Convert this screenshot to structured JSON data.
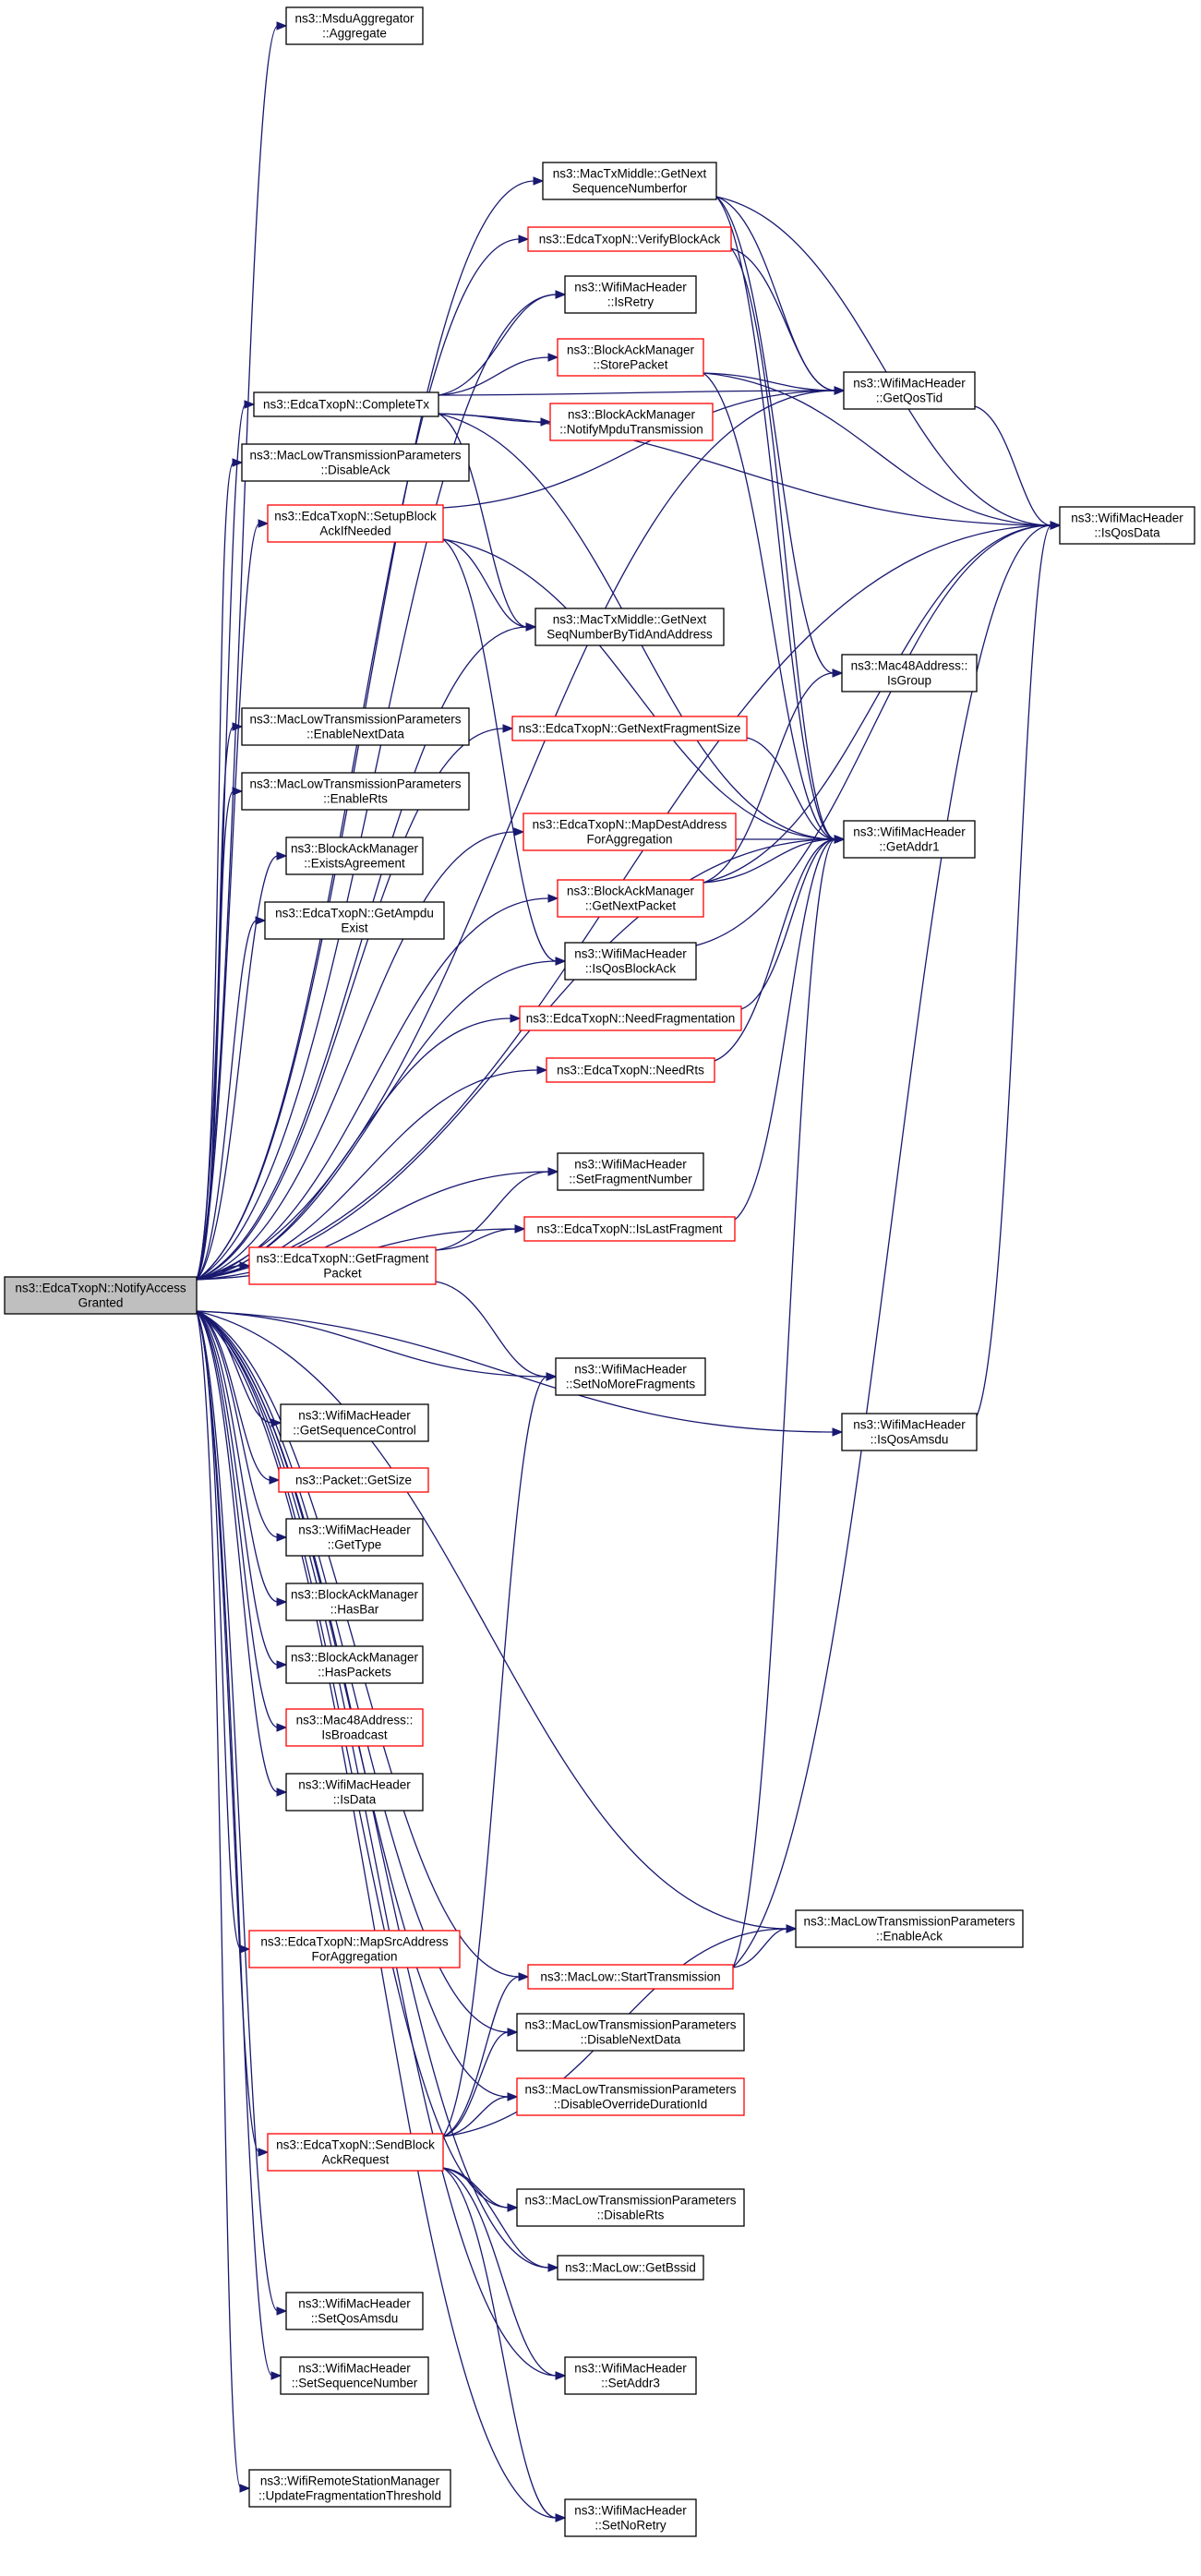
{
  "diagram": {
    "root": "notify-access-granted",
    "colors": {
      "edge": "#191970",
      "node_border": "#000000",
      "ref_border": "#ff0000",
      "root_fill": "#bfbfbf",
      "background": "#ffffff"
    },
    "nodes": [
      {
        "id": "notify-access-granted",
        "lines": [
          "ns3::EdcaTxopN::NotifyAccess",
          "Granted"
        ],
        "style": "root"
      },
      {
        "id": "msdu-aggregate",
        "lines": [
          "ns3::MsduAggregator",
          "::Aggregate"
        ],
        "style": "plain"
      },
      {
        "id": "get-next-seq-for",
        "lines": [
          "ns3::MacTxMiddle::GetNext",
          "SequenceNumberfor"
        ],
        "style": "plain"
      },
      {
        "id": "verify-block-ack",
        "lines": [
          "ns3::EdcaTxopN::VerifyBlockAck"
        ],
        "style": "ref"
      },
      {
        "id": "is-retry",
        "lines": [
          "ns3::WifiMacHeader",
          "::IsRetry"
        ],
        "style": "plain"
      },
      {
        "id": "store-packet",
        "lines": [
          "ns3::BlockAckManager",
          "::StorePacket"
        ],
        "style": "ref"
      },
      {
        "id": "complete-tx",
        "lines": [
          "ns3::EdcaTxopN::CompleteTx"
        ],
        "style": "plain"
      },
      {
        "id": "get-qos-tid",
        "lines": [
          "ns3::WifiMacHeader",
          "::GetQosTid"
        ],
        "style": "plain"
      },
      {
        "id": "notify-mpdu-transmission",
        "lines": [
          "ns3::BlockAckManager",
          "::NotifyMpduTransmission"
        ],
        "style": "ref"
      },
      {
        "id": "disable-ack",
        "lines": [
          "ns3::MacLowTransmissionParameters",
          "::DisableAck"
        ],
        "style": "plain"
      },
      {
        "id": "is-qos-data",
        "lines": [
          "ns3::WifiMacHeader",
          "::IsQosData"
        ],
        "style": "plain"
      },
      {
        "id": "setup-block-ack",
        "lines": [
          "ns3::EdcaTxopN::SetupBlock",
          "AckIfNeeded"
        ],
        "style": "ref"
      },
      {
        "id": "get-next-seq-by-tid",
        "lines": [
          "ns3::MacTxMiddle::GetNext",
          "SeqNumberByTidAndAddress"
        ],
        "style": "plain"
      },
      {
        "id": "is-group",
        "lines": [
          "ns3::Mac48Address::",
          "IsGroup"
        ],
        "style": "plain"
      },
      {
        "id": "enable-next-data",
        "lines": [
          "ns3::MacLowTransmissionParameters",
          "::EnableNextData"
        ],
        "style": "plain"
      },
      {
        "id": "get-next-fragment-size",
        "lines": [
          "ns3::EdcaTxopN::GetNextFragmentSize"
        ],
        "style": "ref"
      },
      {
        "id": "enable-rts",
        "lines": [
          "ns3::MacLowTransmissionParameters",
          "::EnableRts"
        ],
        "style": "plain"
      },
      {
        "id": "map-dest-address",
        "lines": [
          "ns3::EdcaTxopN::MapDestAddress",
          "ForAggregation"
        ],
        "style": "ref"
      },
      {
        "id": "get-addr1",
        "lines": [
          "ns3::WifiMacHeader",
          "::GetAddr1"
        ],
        "style": "plain"
      },
      {
        "id": "exists-agreement",
        "lines": [
          "ns3::BlockAckManager",
          "::ExistsAgreement"
        ],
        "style": "plain"
      },
      {
        "id": "get-next-packet",
        "lines": [
          "ns3::BlockAckManager",
          "::GetNextPacket"
        ],
        "style": "ref"
      },
      {
        "id": "get-ampdu-exist",
        "lines": [
          "ns3::EdcaTxopN::GetAmpdu",
          "Exist"
        ],
        "style": "plain"
      },
      {
        "id": "is-qos-block-ack",
        "lines": [
          "ns3::WifiMacHeader",
          "::IsQosBlockAck"
        ],
        "style": "plain"
      },
      {
        "id": "need-fragmentation",
        "lines": [
          "ns3::EdcaTxopN::NeedFragmentation"
        ],
        "style": "ref"
      },
      {
        "id": "need-rts",
        "lines": [
          "ns3::EdcaTxopN::NeedRts"
        ],
        "style": "ref"
      },
      {
        "id": "set-fragment-number",
        "lines": [
          "ns3::WifiMacHeader",
          "::SetFragmentNumber"
        ],
        "style": "plain"
      },
      {
        "id": "get-fragment-packet",
        "lines": [
          "ns3::EdcaTxopN::GetFragment",
          "Packet"
        ],
        "style": "ref"
      },
      {
        "id": "is-last-fragment",
        "lines": [
          "ns3::EdcaTxopN::IsLastFragment"
        ],
        "style": "ref"
      },
      {
        "id": "set-no-more-fragments",
        "lines": [
          "ns3::WifiMacHeader",
          "::SetNoMoreFragments"
        ],
        "style": "plain"
      },
      {
        "id": "get-sequence-control",
        "lines": [
          "ns3::WifiMacHeader",
          "::GetSequenceControl"
        ],
        "style": "plain"
      },
      {
        "id": "is-qos-amsdu",
        "lines": [
          "ns3::WifiMacHeader",
          "::IsQosAmsdu"
        ],
        "style": "plain"
      },
      {
        "id": "packet-get-size",
        "lines": [
          "ns3::Packet::GetSize"
        ],
        "style": "ref"
      },
      {
        "id": "get-type",
        "lines": [
          "ns3::WifiMacHeader",
          "::GetType"
        ],
        "style": "plain"
      },
      {
        "id": "has-bar",
        "lines": [
          "ns3::BlockAckManager",
          "::HasBar"
        ],
        "style": "plain"
      },
      {
        "id": "has-packets",
        "lines": [
          "ns3::BlockAckManager",
          "::HasPackets"
        ],
        "style": "plain"
      },
      {
        "id": "is-broadcast",
        "lines": [
          "ns3::Mac48Address::",
          "IsBroadcast"
        ],
        "style": "ref"
      },
      {
        "id": "is-data",
        "lines": [
          "ns3::WifiMacHeader",
          "::IsData"
        ],
        "style": "plain"
      },
      {
        "id": "map-src-address",
        "lines": [
          "ns3::EdcaTxopN::MapSrcAddress",
          "ForAggregation"
        ],
        "style": "ref"
      },
      {
        "id": "enable-ack",
        "lines": [
          "ns3::MacLowTransmissionParameters",
          "::EnableAck"
        ],
        "style": "plain"
      },
      {
        "id": "start-transmission",
        "lines": [
          "ns3::MacLow::StartTransmission"
        ],
        "style": "ref"
      },
      {
        "id": "disable-next-data",
        "lines": [
          "ns3::MacLowTransmissionParameters",
          "::DisableNextData"
        ],
        "style": "plain"
      },
      {
        "id": "disable-override-duration",
        "lines": [
          "ns3::MacLowTransmissionParameters",
          "::DisableOverrideDurationId"
        ],
        "style": "ref"
      },
      {
        "id": "send-block-ack-request",
        "lines": [
          "ns3::EdcaTxopN::SendBlock",
          "AckRequest"
        ],
        "style": "ref"
      },
      {
        "id": "disable-rts",
        "lines": [
          "ns3::MacLowTransmissionParameters",
          "::DisableRts"
        ],
        "style": "plain"
      },
      {
        "id": "get-bssid",
        "lines": [
          "ns3::MacLow::GetBssid"
        ],
        "style": "plain"
      },
      {
        "id": "set-qos-amsdu",
        "lines": [
          "ns3::WifiMacHeader",
          "::SetQosAmsdu"
        ],
        "style": "plain"
      },
      {
        "id": "set-addr3",
        "lines": [
          "ns3::WifiMacHeader",
          "::SetAddr3"
        ],
        "style": "plain"
      },
      {
        "id": "set-sequence-number",
        "lines": [
          "ns3::WifiMacHeader",
          "::SetSequenceNumber"
        ],
        "style": "plain"
      },
      {
        "id": "update-fragmentation-threshold",
        "lines": [
          "ns3::WifiRemoteStationManager",
          "::UpdateFragmentationThreshold"
        ],
        "style": "plain"
      },
      {
        "id": "set-no-retry",
        "lines": [
          "ns3::WifiMacHeader",
          "::SetNoRetry"
        ],
        "style": "plain"
      }
    ],
    "edges": [
      [
        "notify-access-granted",
        "msdu-aggregate"
      ],
      [
        "notify-access-granted",
        "get-next-seq-for"
      ],
      [
        "notify-access-granted",
        "verify-block-ack"
      ],
      [
        "notify-access-granted",
        "is-retry"
      ],
      [
        "notify-access-granted",
        "complete-tx"
      ],
      [
        "notify-access-granted",
        "get-qos-tid"
      ],
      [
        "notify-access-granted",
        "is-qos-data"
      ],
      [
        "notify-access-granted",
        "disable-ack"
      ],
      [
        "notify-access-granted",
        "setup-block-ack"
      ],
      [
        "notify-access-granted",
        "get-next-seq-by-tid"
      ],
      [
        "notify-access-granted",
        "enable-next-data"
      ],
      [
        "notify-access-granted",
        "get-next-fragment-size"
      ],
      [
        "notify-access-granted",
        "enable-rts"
      ],
      [
        "notify-access-granted",
        "map-dest-address"
      ],
      [
        "notify-access-granted",
        "get-addr1"
      ],
      [
        "notify-access-granted",
        "exists-agreement"
      ],
      [
        "notify-access-granted",
        "get-next-packet"
      ],
      [
        "notify-access-granted",
        "get-ampdu-exist"
      ],
      [
        "notify-access-granted",
        "is-qos-block-ack"
      ],
      [
        "notify-access-granted",
        "need-fragmentation"
      ],
      [
        "notify-access-granted",
        "need-rts"
      ],
      [
        "notify-access-granted",
        "set-fragment-number"
      ],
      [
        "notify-access-granted",
        "get-fragment-packet"
      ],
      [
        "notify-access-granted",
        "is-last-fragment"
      ],
      [
        "notify-access-granted",
        "set-no-more-fragments"
      ],
      [
        "notify-access-granted",
        "get-sequence-control"
      ],
      [
        "notify-access-granted",
        "is-qos-amsdu"
      ],
      [
        "notify-access-granted",
        "packet-get-size"
      ],
      [
        "notify-access-granted",
        "get-type"
      ],
      [
        "notify-access-granted",
        "has-bar"
      ],
      [
        "notify-access-granted",
        "has-packets"
      ],
      [
        "notify-access-granted",
        "is-broadcast"
      ],
      [
        "notify-access-granted",
        "is-data"
      ],
      [
        "notify-access-granted",
        "map-src-address"
      ],
      [
        "notify-access-granted",
        "enable-ack"
      ],
      [
        "notify-access-granted",
        "start-transmission"
      ],
      [
        "notify-access-granted",
        "disable-next-data"
      ],
      [
        "notify-access-granted",
        "disable-override-duration"
      ],
      [
        "notify-access-granted",
        "send-block-ack-request"
      ],
      [
        "notify-access-granted",
        "disable-rts"
      ],
      [
        "notify-access-granted",
        "get-bssid"
      ],
      [
        "notify-access-granted",
        "set-qos-amsdu"
      ],
      [
        "notify-access-granted",
        "set-addr3"
      ],
      [
        "notify-access-granted",
        "set-sequence-number"
      ],
      [
        "notify-access-granted",
        "update-fragmentation-threshold"
      ],
      [
        "notify-access-granted",
        "set-no-retry"
      ],
      [
        "get-next-seq-for",
        "get-qos-tid"
      ],
      [
        "get-next-seq-for",
        "is-qos-data"
      ],
      [
        "get-next-seq-for",
        "is-group"
      ],
      [
        "get-next-seq-for",
        "get-addr1"
      ],
      [
        "verify-block-ack",
        "get-qos-tid"
      ],
      [
        "verify-block-ack",
        "get-addr1"
      ],
      [
        "complete-tx",
        "is-retry"
      ],
      [
        "complete-tx",
        "store-packet"
      ],
      [
        "complete-tx",
        "notify-mpdu-transmission"
      ],
      [
        "complete-tx",
        "get-qos-tid"
      ],
      [
        "complete-tx",
        "is-qos-data"
      ],
      [
        "complete-tx",
        "get-next-seq-by-tid"
      ],
      [
        "complete-tx",
        "get-addr1"
      ],
      [
        "store-packet",
        "get-qos-tid"
      ],
      [
        "store-packet",
        "is-qos-data"
      ],
      [
        "store-packet",
        "get-addr1"
      ],
      [
        "get-qos-tid",
        "is-qos-data"
      ],
      [
        "setup-block-ack",
        "get-next-seq-by-tid"
      ],
      [
        "setup-block-ack",
        "get-qos-tid"
      ],
      [
        "setup-block-ack",
        "get-addr1"
      ],
      [
        "setup-block-ack",
        "is-qos-block-ack"
      ],
      [
        "get-next-fragment-size",
        "get-addr1"
      ],
      [
        "map-dest-address",
        "get-addr1"
      ],
      [
        "get-next-packet",
        "get-addr1"
      ],
      [
        "get-next-packet",
        "is-group"
      ],
      [
        "get-next-packet",
        "is-qos-data"
      ],
      [
        "is-qos-block-ack",
        "is-qos-data"
      ],
      [
        "need-fragmentation",
        "get-addr1"
      ],
      [
        "need-rts",
        "get-addr1"
      ],
      [
        "get-fragment-packet",
        "set-fragment-number"
      ],
      [
        "get-fragment-packet",
        "is-last-fragment"
      ],
      [
        "get-fragment-packet",
        "set-no-more-fragments"
      ],
      [
        "is-last-fragment",
        "get-addr1"
      ],
      [
        "is-qos-amsdu",
        "is-qos-data"
      ],
      [
        "start-transmission",
        "enable-ack"
      ],
      [
        "start-transmission",
        "get-addr1"
      ],
      [
        "start-transmission",
        "is-qos-data"
      ],
      [
        "send-block-ack-request",
        "start-transmission"
      ],
      [
        "send-block-ack-request",
        "disable-next-data"
      ],
      [
        "send-block-ack-request",
        "disable-override-duration"
      ],
      [
        "send-block-ack-request",
        "disable-rts"
      ],
      [
        "send-block-ack-request",
        "enable-ack"
      ],
      [
        "send-block-ack-request",
        "get-bssid"
      ],
      [
        "send-block-ack-request",
        "set-addr3"
      ],
      [
        "send-block-ack-request",
        "set-no-retry"
      ],
      [
        "send-block-ack-request",
        "set-no-more-fragments"
      ]
    ]
  }
}
